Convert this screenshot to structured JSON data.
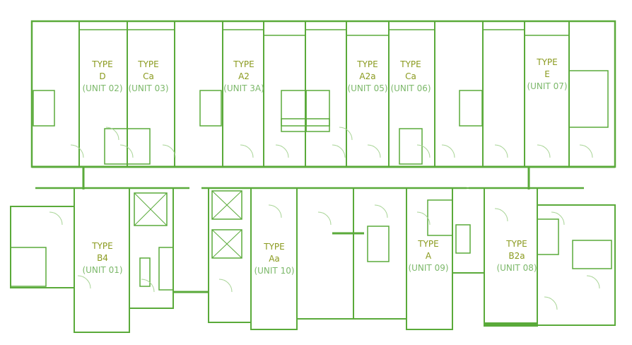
{
  "colors": {
    "wall": "#5aaa3a",
    "type_text": "#8a9a1e",
    "unit_text": "#7cb86a"
  },
  "units": [
    {
      "type": "TYPE",
      "code": "D",
      "unit": "(UNIT 02)"
    },
    {
      "type": "TYPE",
      "code": "Ca",
      "unit": "(UNIT 03)"
    },
    {
      "type": "TYPE",
      "code": "A2",
      "unit": "(UNIT 3A)"
    },
    {
      "type": "TYPE",
      "code": "A2a",
      "unit": "(UNIT 05)"
    },
    {
      "type": "TYPE",
      "code": "Ca",
      "unit": "(UNIT 06)"
    },
    {
      "type": "TYPE",
      "code": "E",
      "unit": "(UNIT 07)"
    },
    {
      "type": "TYPE",
      "code": "B4",
      "unit": "(UNIT 01)"
    },
    {
      "type": "TYPE",
      "code": "Aa",
      "unit": "(UNIT 10)"
    },
    {
      "type": "TYPE",
      "code": "A",
      "unit": "(UNIT 09)"
    },
    {
      "type": "TYPE",
      "code": "B2a",
      "unit": "(UNIT 08)"
    }
  ]
}
